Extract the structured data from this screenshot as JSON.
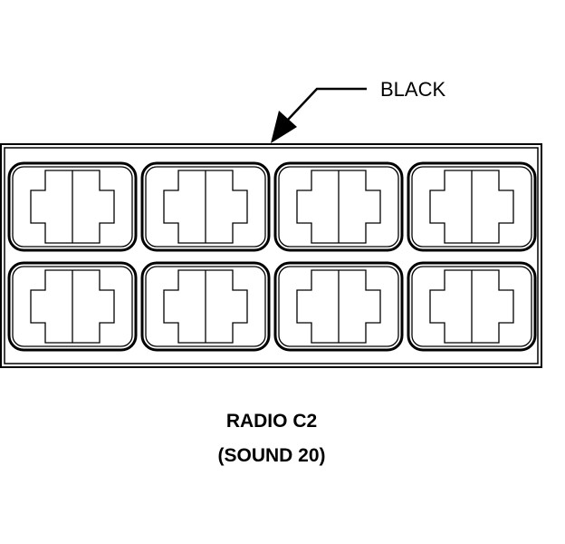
{
  "diagram": {
    "callout_label": "BLACK",
    "caption_line1": "RADIO C2",
    "caption_line2": "(SOUND 20)",
    "connector": {
      "rows": 2,
      "columns": 4,
      "cavity_shape": "cross"
    },
    "colors": {
      "stroke": "#000000",
      "background": "#ffffff"
    }
  }
}
